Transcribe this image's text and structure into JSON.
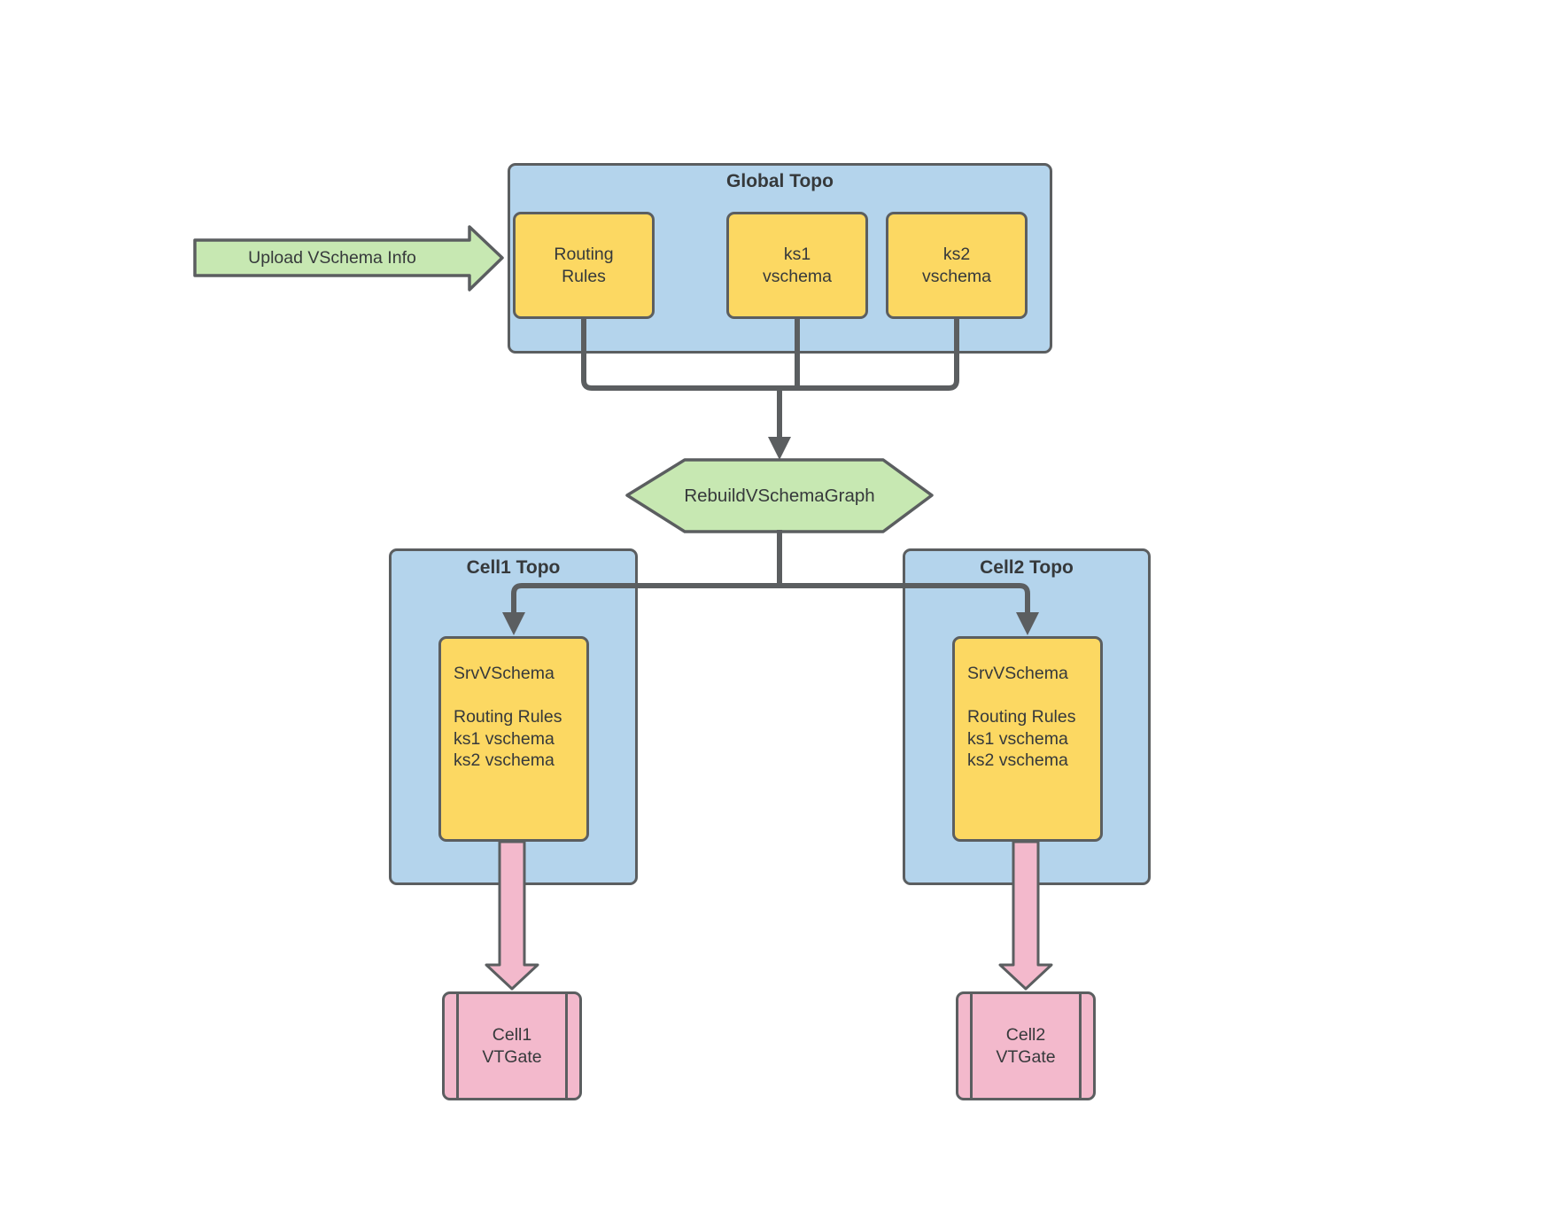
{
  "palette": {
    "blue": "#b4d4ec",
    "yellow": "#fcd862",
    "green": "#c7e8b2",
    "pink": "#f3b9cc",
    "line": "#5b5e60",
    "text": "#36393b"
  },
  "upload": {
    "label": "Upload VSchema Info"
  },
  "global_topo": {
    "title": "Global Topo",
    "nodes": [
      {
        "label": "Routing\nRules"
      },
      {
        "label": "ks1\nvschema"
      },
      {
        "label": "ks2\nvschema"
      }
    ]
  },
  "rebuild": {
    "label": "RebuildVSchemaGraph"
  },
  "cells": [
    {
      "title": "Cell1 Topo",
      "srv_label": "SrvVSchema\n\nRouting Rules\nks1 vschema\nks2 vschema",
      "vtgate_label": "Cell1\nVTGate"
    },
    {
      "title": "Cell2 Topo",
      "srv_label": "SrvVSchema\n\nRouting Rules\nks1 vschema\nks2 vschema",
      "vtgate_label": "Cell2\nVTGate"
    }
  ]
}
